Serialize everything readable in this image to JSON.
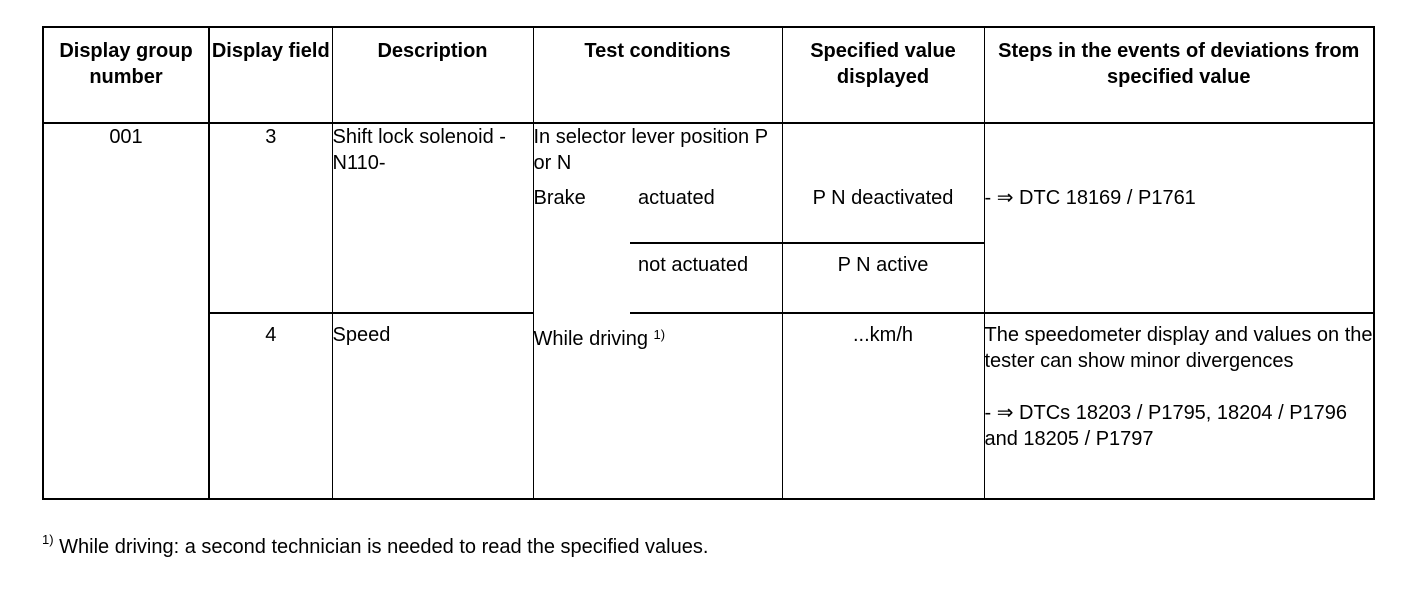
{
  "table": {
    "headers": {
      "group": "Display group number",
      "field": "Display field",
      "description": "Description",
      "test": "Test conditions",
      "spec": "Specified value displayed",
      "steps": "Steps in the events of deviations from specified value"
    },
    "group_number": "001",
    "row1": {
      "field": "3",
      "description": "Shift lock solenoid -N110-",
      "test_intro": "In selector lever position P or N",
      "brake_label": "Brake",
      "actuated": "actuated",
      "actuated_value": "P N deactivated",
      "not_actuated": "not actuated",
      "not_actuated_value": "P N active",
      "steps": "- ⇒ DTC 18169 / P1761"
    },
    "row2": {
      "field": "4",
      "description": "Speed",
      "test": "While driving",
      "test_ref": "1)",
      "spec": "...km/h",
      "steps_note": "The speedometer display and values on the tester can show minor divergences",
      "steps_dtc": "- ⇒ DTCs 18203 / P1795, 18204 / P1796 and 18205 / P1797"
    }
  },
  "footnote": {
    "marker": "1)",
    "text": "While driving: a second technician is needed to read the specified values."
  }
}
